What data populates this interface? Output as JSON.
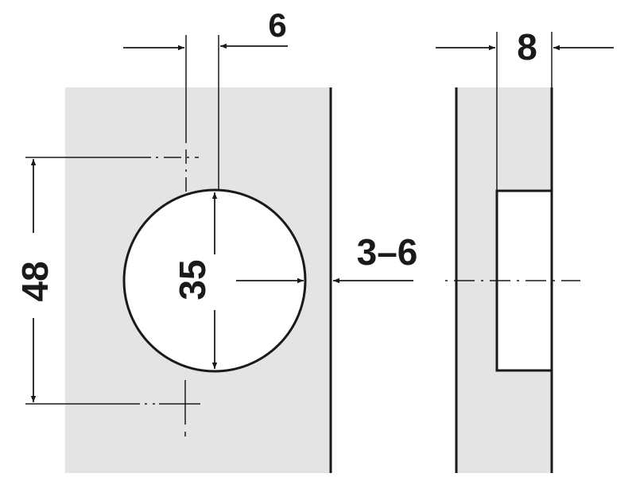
{
  "dimensions": {
    "top_offset": "6",
    "height_span": "48",
    "bore_diameter": "35",
    "edge_gap": "3–6",
    "depth": "8"
  },
  "colors": {
    "panel": "#e3e4e5",
    "line": "#1a1a1a",
    "bore_fill": "#ffffff"
  }
}
